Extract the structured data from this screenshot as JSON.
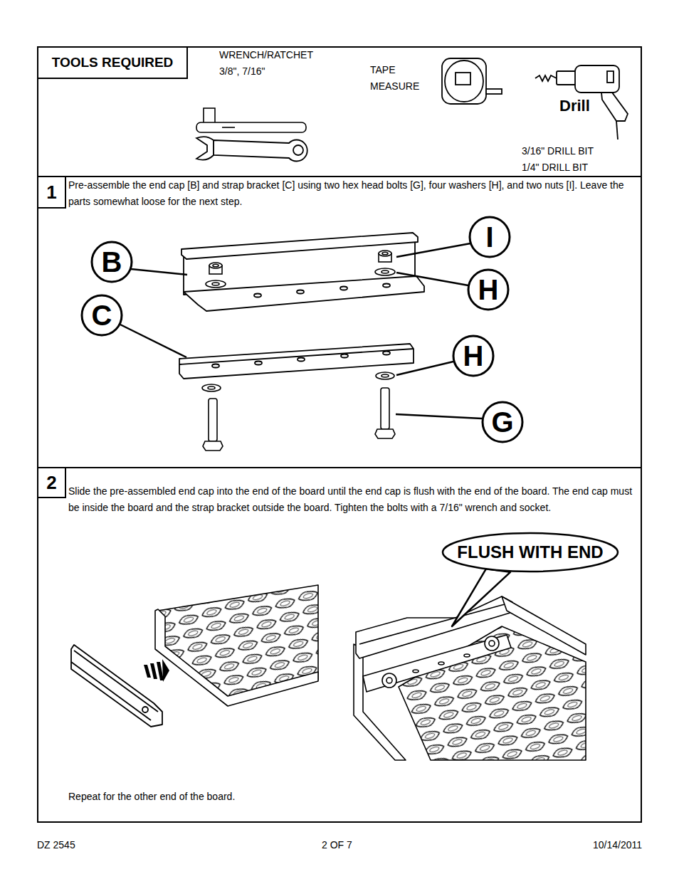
{
  "diagram": {
    "nodes": [
      {
        "text": [
          "WRENCH/RATCHET 3/8\", 7/16\"",
          "TAPE MEASURE",
          "3/16\" DRILL BIT 1/4\" DRILL BIT"
        ]
      },
      {
        "text": [
          "TOOLS REQUIRED"
        ],
        "in": 0
      },
      {
        "text": [
          "Pre-assemble the end cap [B] and strap bracket [C] using two hex head bolts [G], four washers [H], and two nuts [I]. Leave the parts somewhat loose for the next step."
        ]
      },
      {
        "text": [
          "1"
        ],
        "in": 2
      },
      {
        "text": [
          "I"
        ],
        "in": 2
      },
      {
        "text": [
          "B"
        ],
        "in": 2
      },
      {
        "text": [
          "H"
        ],
        "in": 2
      },
      {
        "text": [
          "C"
        ],
        "in": 2
      },
      {
        "text": [
          "H"
        ],
        "in": 2
      },
      {
        "text": [
          "G"
        ],
        "in": 2
      },
      {
        "text": [
          "Slide the pre-assembled end cap into the end of the board until the end cap is flush with the end of the board. The end cap must be inside the board and the strap bracket outside the board. Tighten the bolts with a 7/16\" wrench and socket.",
          "Repeat for the other end of the board."
        ]
      },
      {
        "text": [
          "2"
        ],
        "in": 10
      },
      {
        "text": [
          "FLUSH WITH END"
        ],
        "in": 10
      }
    ],
    "labels": [
      "Drill",
      "DZ 2545",
      "2 OF 7",
      "10/14/2011"
    ]
  }
}
